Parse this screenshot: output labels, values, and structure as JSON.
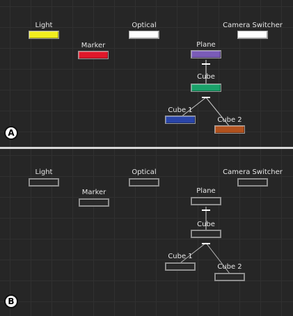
{
  "panel_a": {
    "badge": "A",
    "nodes": {
      "light": {
        "label": "Light",
        "color": "#f2ee1e"
      },
      "optical": {
        "label": "Optical",
        "color": "#ffffff"
      },
      "camera": {
        "label": "Camera Switcher",
        "color": "#ffffff"
      },
      "marker": {
        "label": "Marker",
        "color": "#e0182a"
      },
      "plane": {
        "label": "Plane",
        "color": "#7a5bb8"
      },
      "cube": {
        "label": "Cube",
        "color": "#1aa26a"
      },
      "cube1": {
        "label": "Cube 1",
        "color": "#2a45a8"
      },
      "cube2": {
        "label": "Cube 2",
        "color": "#b2521e"
      }
    }
  },
  "panel_b": {
    "badge": "B",
    "nodes": {
      "light": {
        "label": "Light"
      },
      "optical": {
        "label": "Optical"
      },
      "camera": {
        "label": "Camera Switcher"
      },
      "marker": {
        "label": "Marker"
      },
      "plane": {
        "label": "Plane"
      },
      "cube": {
        "label": "Cube"
      },
      "cube1": {
        "label": "Cube 1"
      },
      "cube2": {
        "label": "Cube 2"
      }
    }
  }
}
